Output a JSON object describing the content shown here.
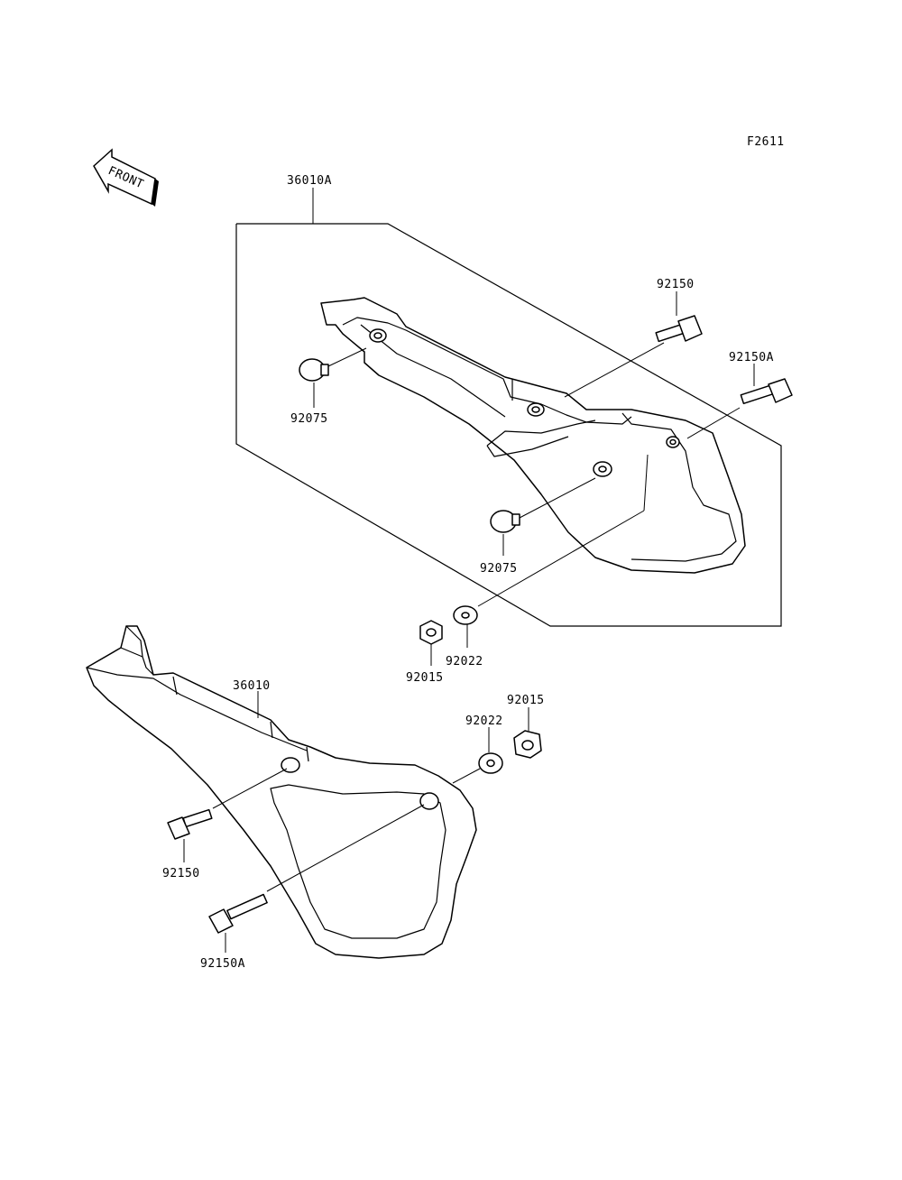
{
  "figure_code": "F2611",
  "front_arrow_text": "FRONT",
  "labels": {
    "cover_right": "36010A",
    "cover_left": "36010",
    "bolt_right_upper": "92150",
    "bolt_long_right": "92150A",
    "grommet_upper": "92075",
    "grommet_lower": "92075",
    "nut_center": "92015",
    "washer_center": "92022",
    "washer_right": "92022",
    "nut_right": "92015",
    "bolt_left_upper": "92150",
    "bolt_long_left": "92150A"
  }
}
